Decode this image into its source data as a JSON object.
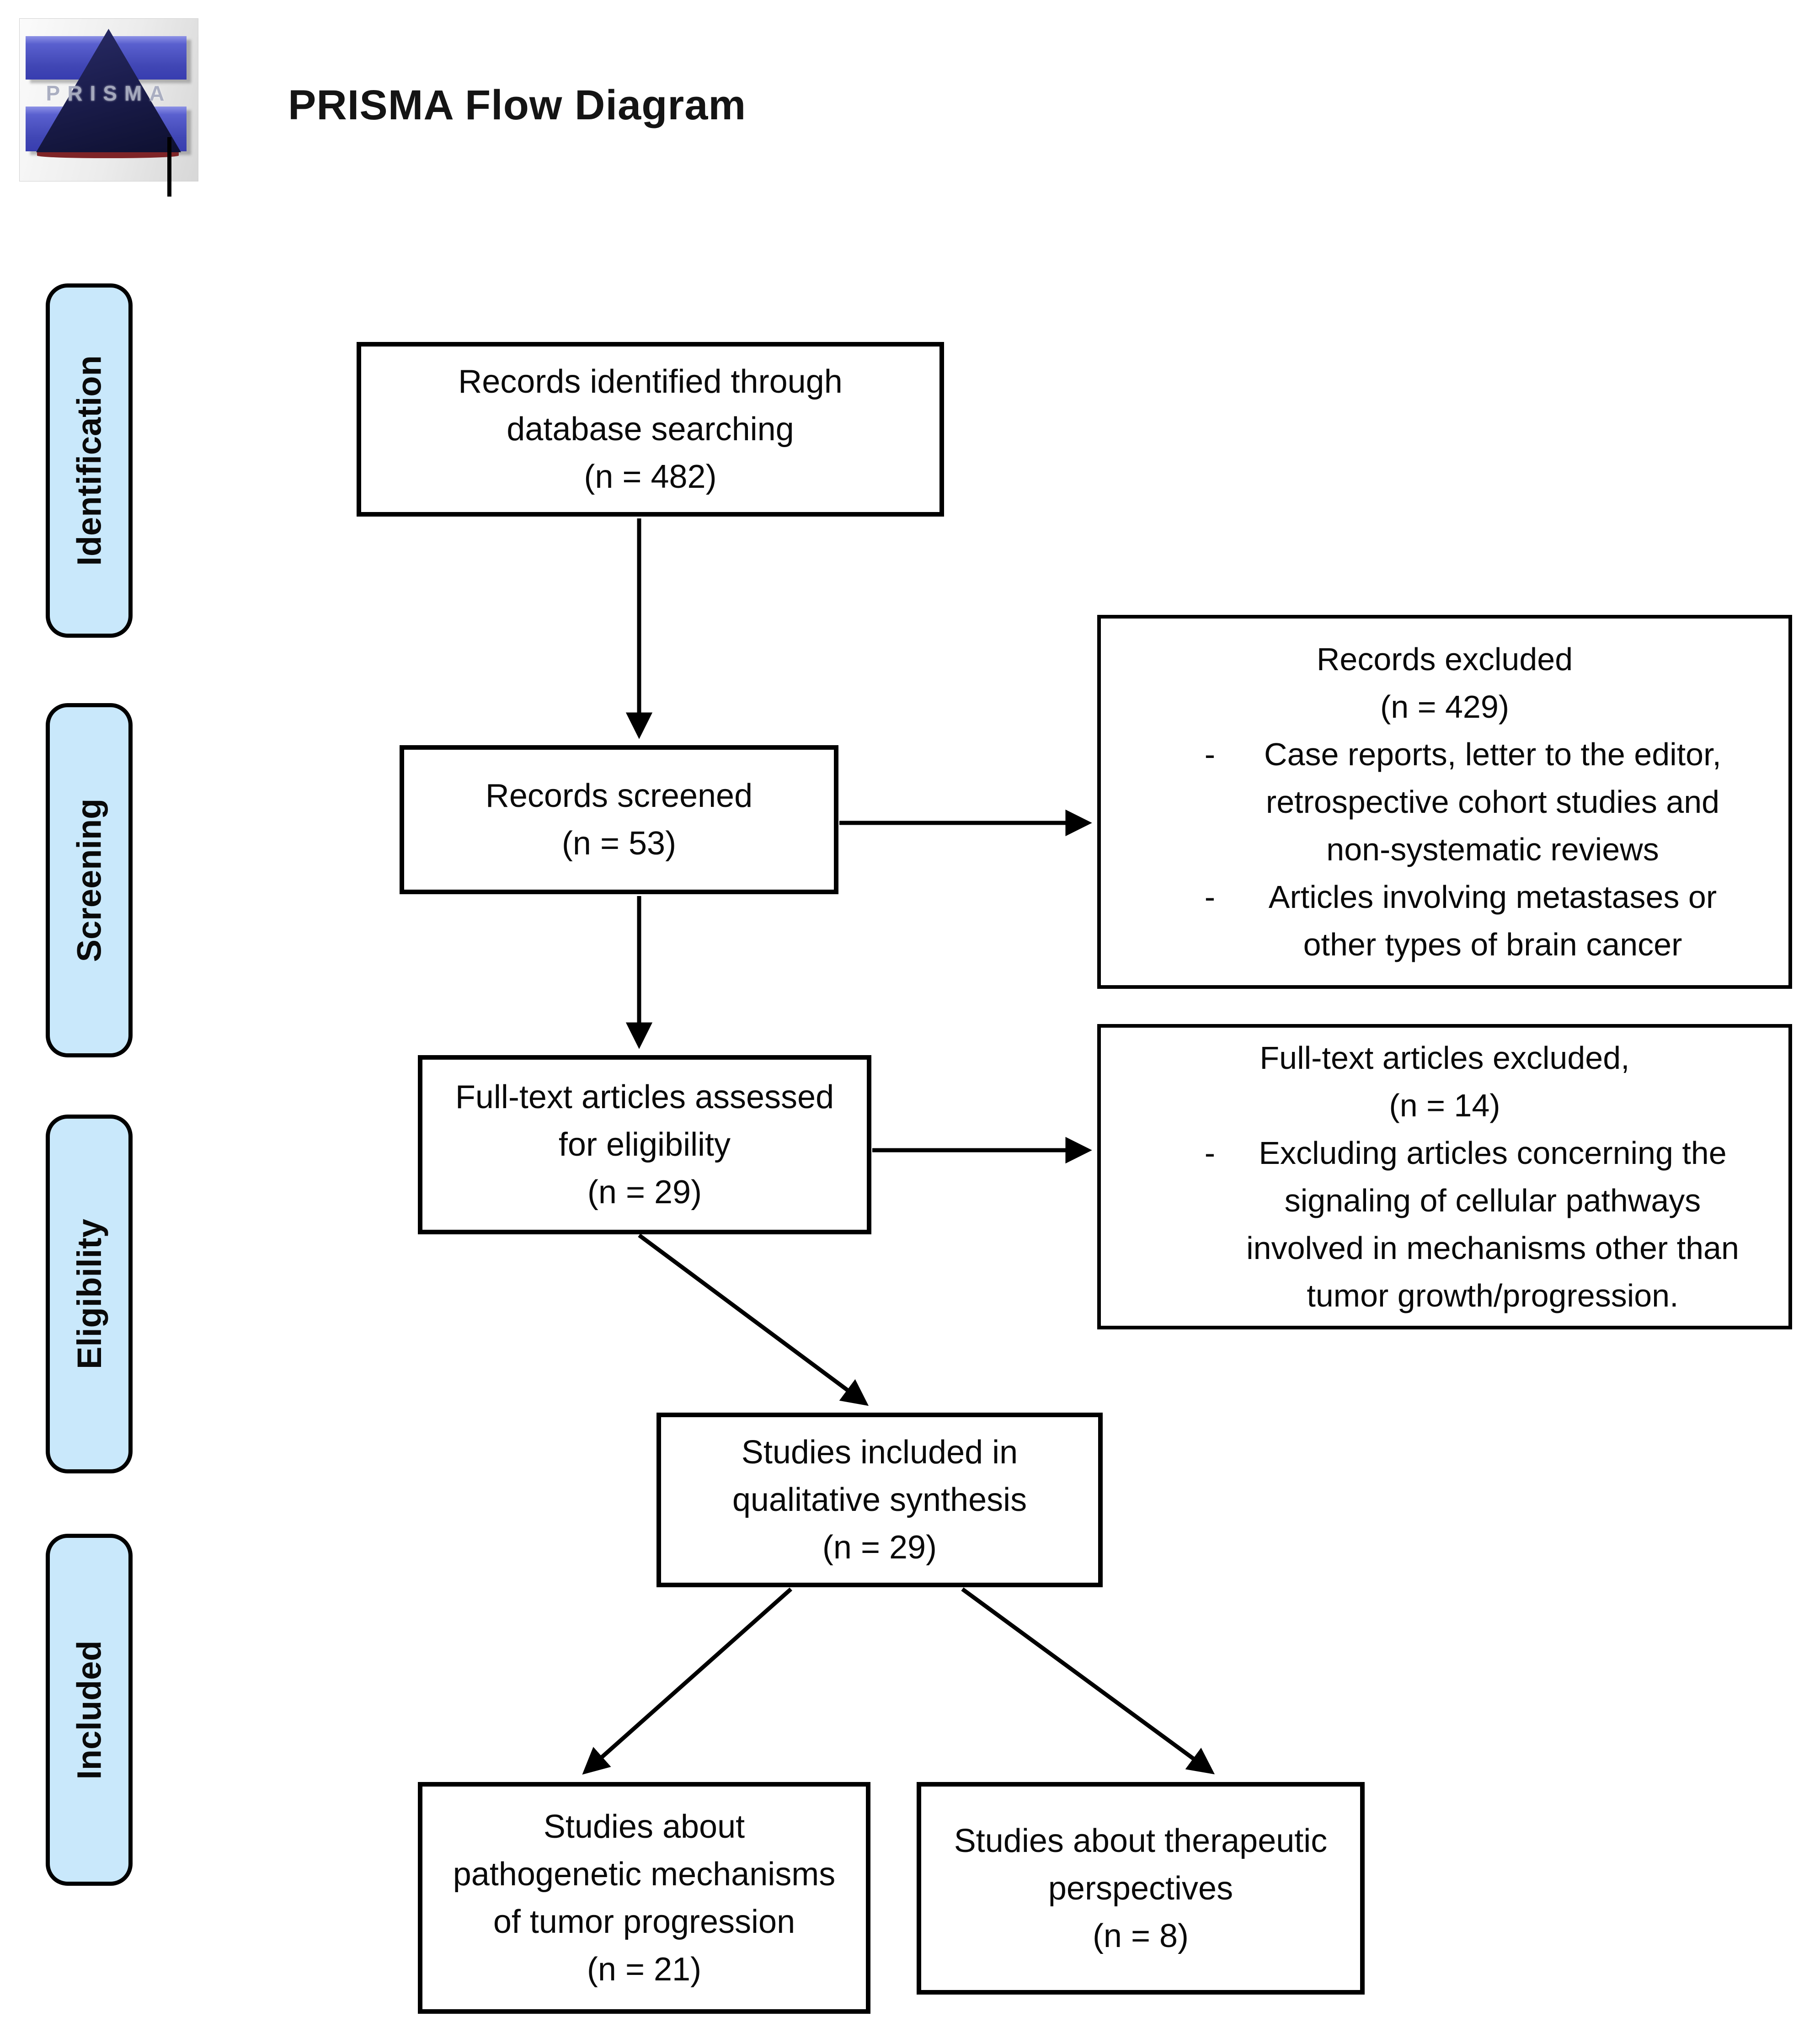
{
  "title": "PRISMA Flow Diagram",
  "logo": {
    "text": "PRISMA"
  },
  "stages": {
    "identification": "Identification",
    "screening": "Screening",
    "eligibility": "Eligibility",
    "included": "Included"
  },
  "flow": {
    "identified": "Records identified through\ndatabase searching\n(n = 482)",
    "screened": "Records screened\n(n = 53)",
    "fulltext_assessed": "Full-text articles assessed\nfor eligibility\n(n = 29)",
    "qualitative": "Studies included in\nqualitative synthesis\n(n = 29)",
    "pathogenetic": "Studies about\npathogenetic mechanisms\nof tumor progression\n(n = 21)",
    "therapeutic": "Studies about therapeutic\nperspectives\n(n = 8)"
  },
  "exclusions": {
    "records": {
      "heading": "Records excluded\n(n = 429)",
      "bullet_marker": "-",
      "bullets": [
        "Case reports, letter to the editor,\nretrospective cohort studies and\nnon-systematic reviews",
        "Articles involving metastases or\nother types of brain cancer"
      ]
    },
    "fulltext": {
      "heading": "Full-text articles excluded,\n(n = 14)",
      "bullet_marker": "-",
      "bullets": [
        "Excluding articles concerning the\nsignaling of cellular pathways\ninvolved in mechanisms other than\ntumor growth/progression."
      ]
    }
  },
  "colors": {
    "stage_fill": "#c9e8fb",
    "box_border": "#000000",
    "background": "#ffffff",
    "logo_blue": "#4046b4",
    "logo_navy": "#1c1e4f",
    "logo_red": "#7e2427"
  }
}
